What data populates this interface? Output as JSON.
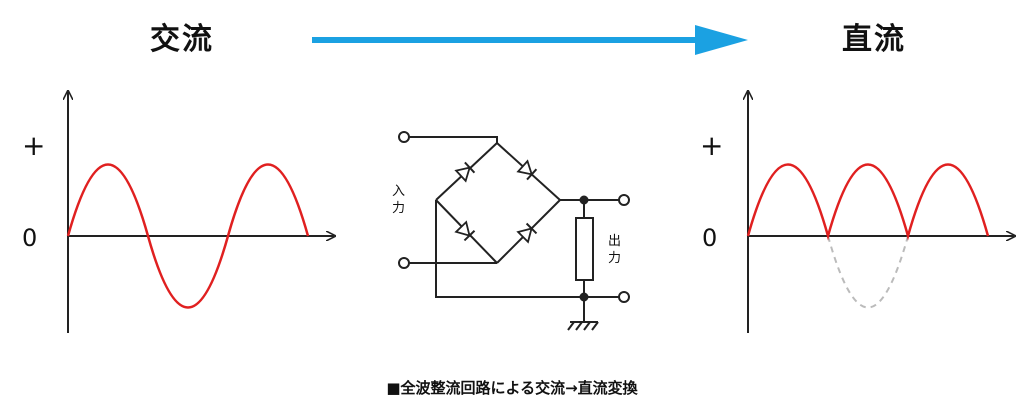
{
  "heading_left": "交流",
  "heading_right": "直流",
  "axis_labels": {
    "left_plus": "+",
    "left_zero": "0",
    "right_plus": "+",
    "right_zero": "0"
  },
  "circuit": {
    "input_label_1": "入",
    "input_label_2": "力",
    "output_label_1": "出",
    "output_label_2": "力"
  },
  "caption": "■全波整流回路による交流→直流変換",
  "colors": {
    "arrow": "#1ba1e2",
    "wave": "#e02020",
    "dashed_wave": "#bbbbbb",
    "line": "#222222"
  }
}
